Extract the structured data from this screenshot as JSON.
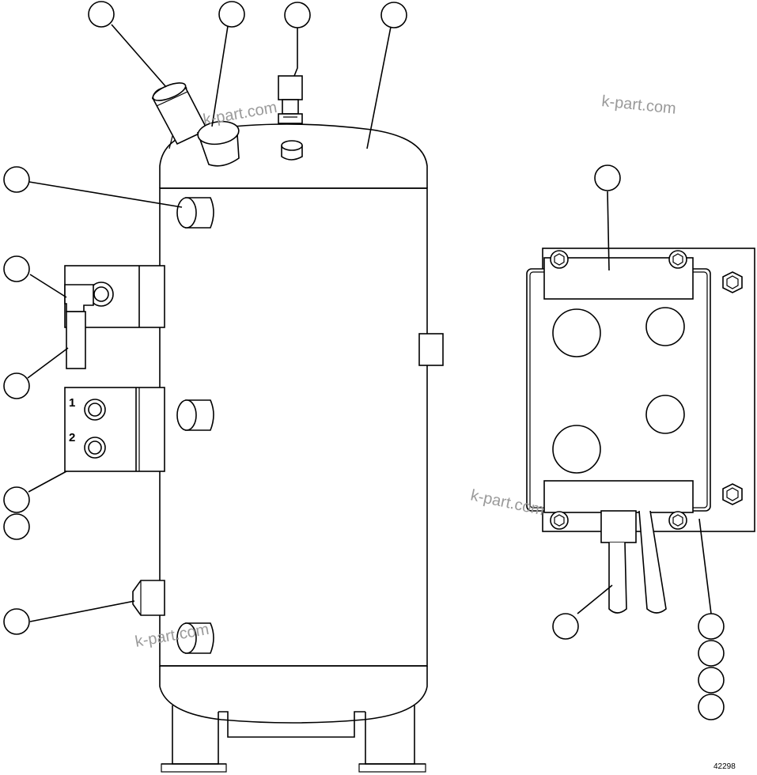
{
  "figure": {
    "reference_number": "42298",
    "port_labels": [
      "1",
      "2"
    ],
    "watermark": "k-part.com"
  },
  "callouts": {
    "tank_top": [
      "",
      "",
      "",
      ""
    ],
    "tank_left": [
      "",
      "",
      "",
      "",
      "",
      ""
    ],
    "control_box_top": [
      ""
    ],
    "control_box_bottom_left": [
      ""
    ],
    "control_box_bottom_right": [
      "",
      "",
      "",
      ""
    ]
  }
}
